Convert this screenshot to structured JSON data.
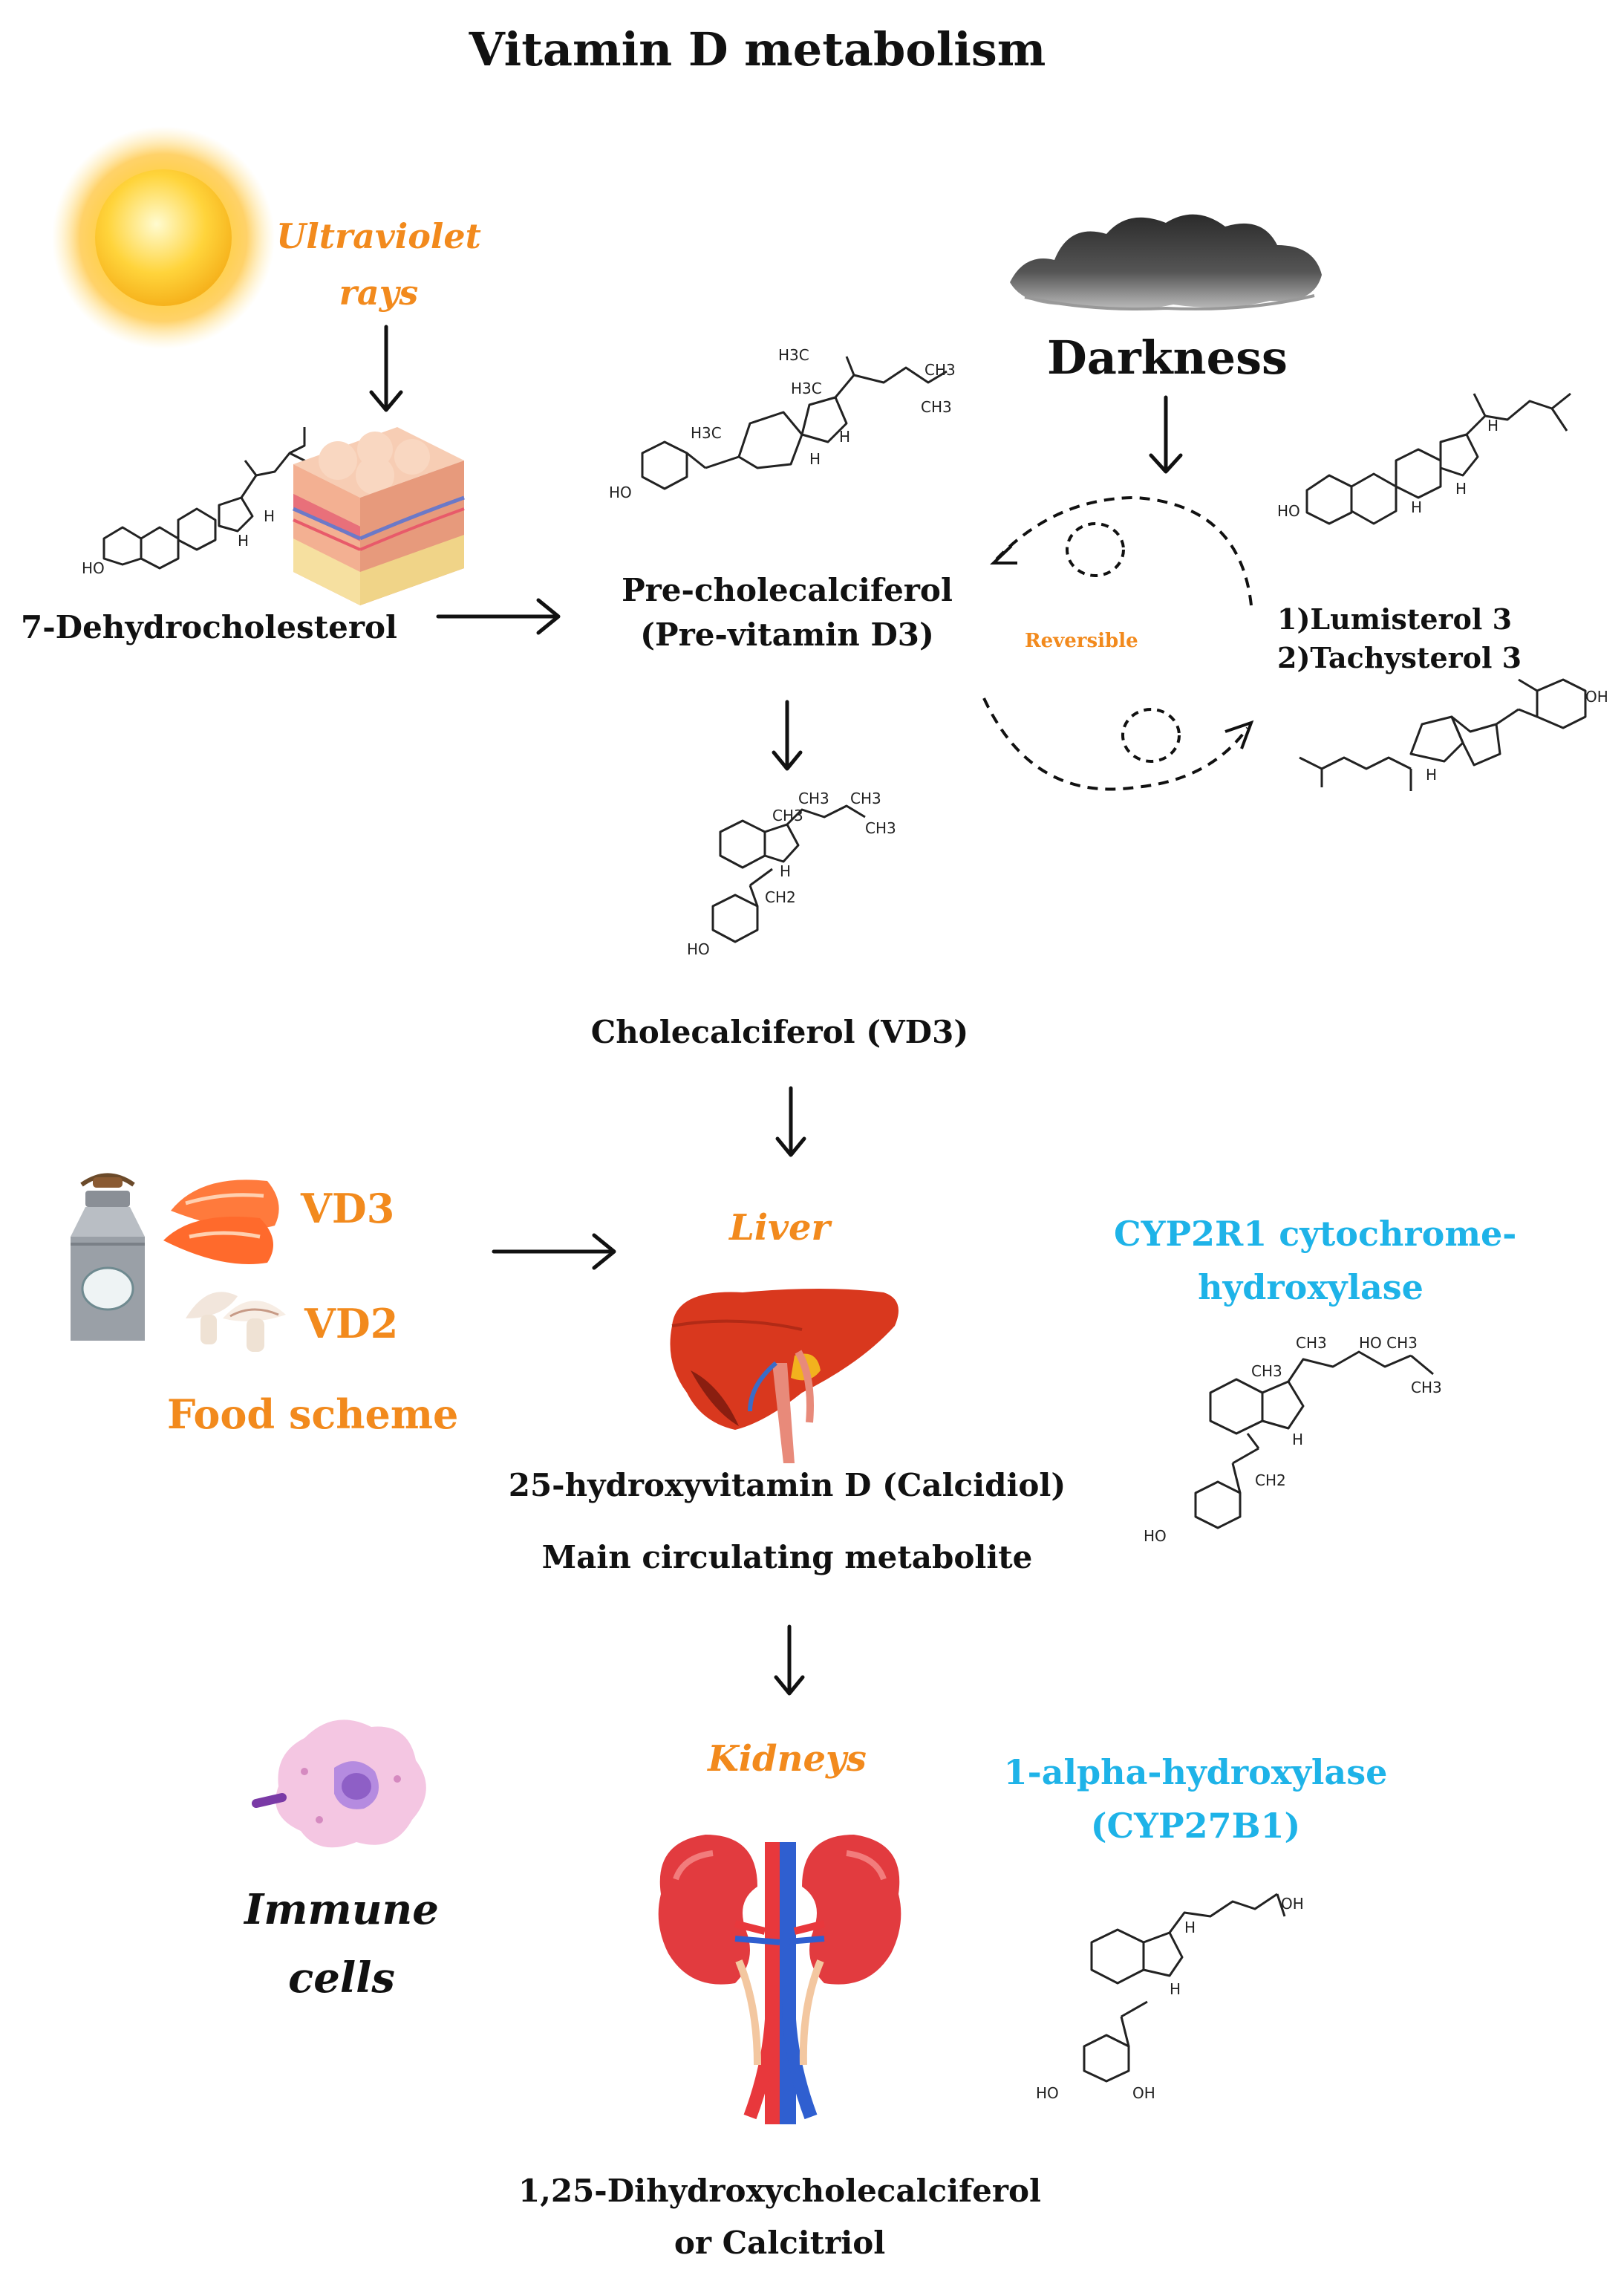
{
  "title": "Vitamin D metabolism",
  "colors": {
    "orange": "#f28a1d",
    "blue": "#1eb3e8",
    "text": "#111111"
  },
  "labels": {
    "ultraviolet_line1": "Ultraviolet",
    "ultraviolet_line2": "rays",
    "darkness": "Darkness",
    "dehydrocholesterol": "7-Dehydrocholesterol",
    "pre_line1": "Pre-cholecalciferol",
    "pre_line2": "(Pre-vitamin D3)",
    "reversible": "Reversible",
    "lumisterol": "1)Lumisterol 3",
    "tachysterol": "2)Tachysterol 3",
    "cholecalciferol": "Cholecalciferol (VD3)",
    "vd3": "VD3",
    "vd2": "VD2",
    "food_scheme": "Food scheme",
    "liver": "Liver",
    "cyp2r1_line1": "CYP2R1 cytochrome-",
    "cyp2r1_line2": "hydroxylase",
    "calcidiol": "25-hydroxyvitamin D (Calcidiol)",
    "main_circulating": "Main circulating metabolite",
    "immune_line1": "Immune",
    "immune_line2": "cells",
    "kidneys": "Kidneys",
    "alpha_line1": "1-alpha-hydroxylase",
    "alpha_line2": "(CYP27B1)",
    "calcitriol_line1": "1,25-Dihydroxycholecalciferol",
    "calcitriol_line2": "or Calcitriol"
  },
  "molecule_labels": {
    "ho": "HO",
    "oh": "OH",
    "h": "H",
    "ch3": "CH3",
    "h3c": "H3C",
    "ch2": "CH2",
    "ho_ch3": "HO CH3"
  },
  "icons": {
    "sun": "sun-icon",
    "cloud": "dark-cloud-icon",
    "skin": "skin-layers-icon",
    "milk": "milk-can-icon",
    "salmon": "salmon-icon",
    "mushroom": "mushroom-icon",
    "liver": "liver-organ-icon",
    "kidneys": "kidneys-organ-icon",
    "immune": "immune-cell-icon"
  }
}
